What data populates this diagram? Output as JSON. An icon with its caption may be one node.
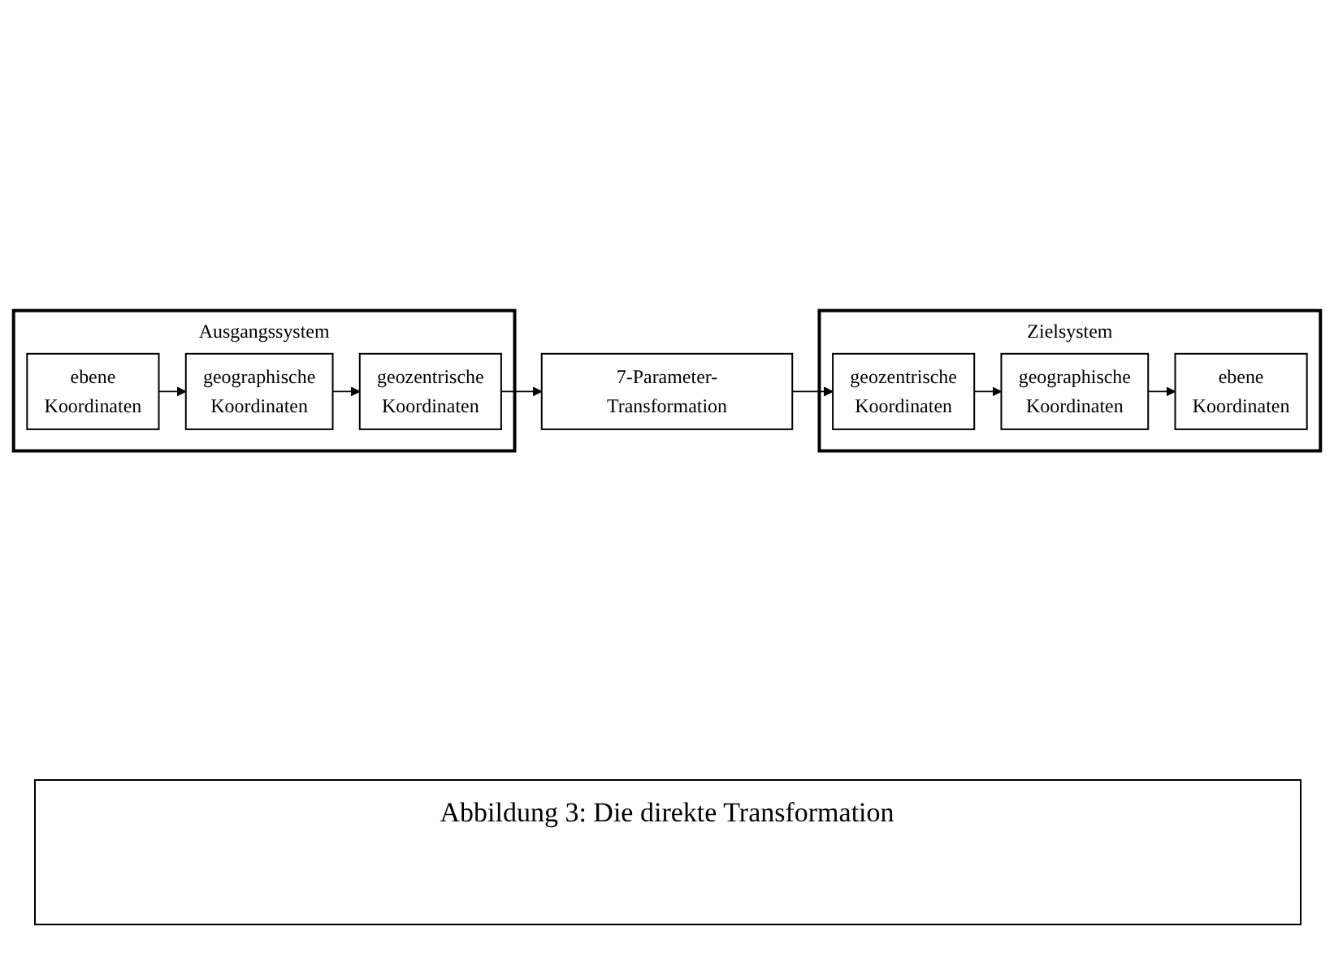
{
  "diagram": {
    "caption": "Abbildung 3: Die direkte Transformation",
    "nodes": [
      {
        "text": [
          "Ausgangssystem"
        ]
      },
      {
        "text": [
          "ebene",
          "Koordinaten"
        ],
        "in": 0
      },
      {
        "text": [
          "geographische",
          "Koordinaten"
        ],
        "in": 0
      },
      {
        "text": [
          "geozentrische",
          "Koordinaten"
        ],
        "in": 0
      },
      {
        "text": [
          "7-Parameter-Transformation"
        ]
      },
      {
        "text": [
          "Zielsystem"
        ]
      },
      {
        "text": [
          "ebene",
          "Koordinaten"
        ],
        "in": 5
      },
      {
        "text": [
          "geographische",
          "Koordinaten"
        ],
        "in": 5
      },
      {
        "text": [
          "geozentrische",
          "Koordinaten"
        ],
        "in": 5
      }
    ],
    "edges": [
      {
        "from": 1,
        "to": 2,
        "arrow": "to"
      },
      {
        "from": 2,
        "to": 3,
        "arrow": "to"
      },
      {
        "from": 3,
        "to": 4,
        "arrow": "to"
      },
      {
        "from": 4,
        "to": 8,
        "arrow": "to"
      },
      {
        "from": 8,
        "to": 7,
        "arrow": "to"
      },
      {
        "from": 7,
        "to": 6,
        "arrow": "to"
      }
    ]
  }
}
